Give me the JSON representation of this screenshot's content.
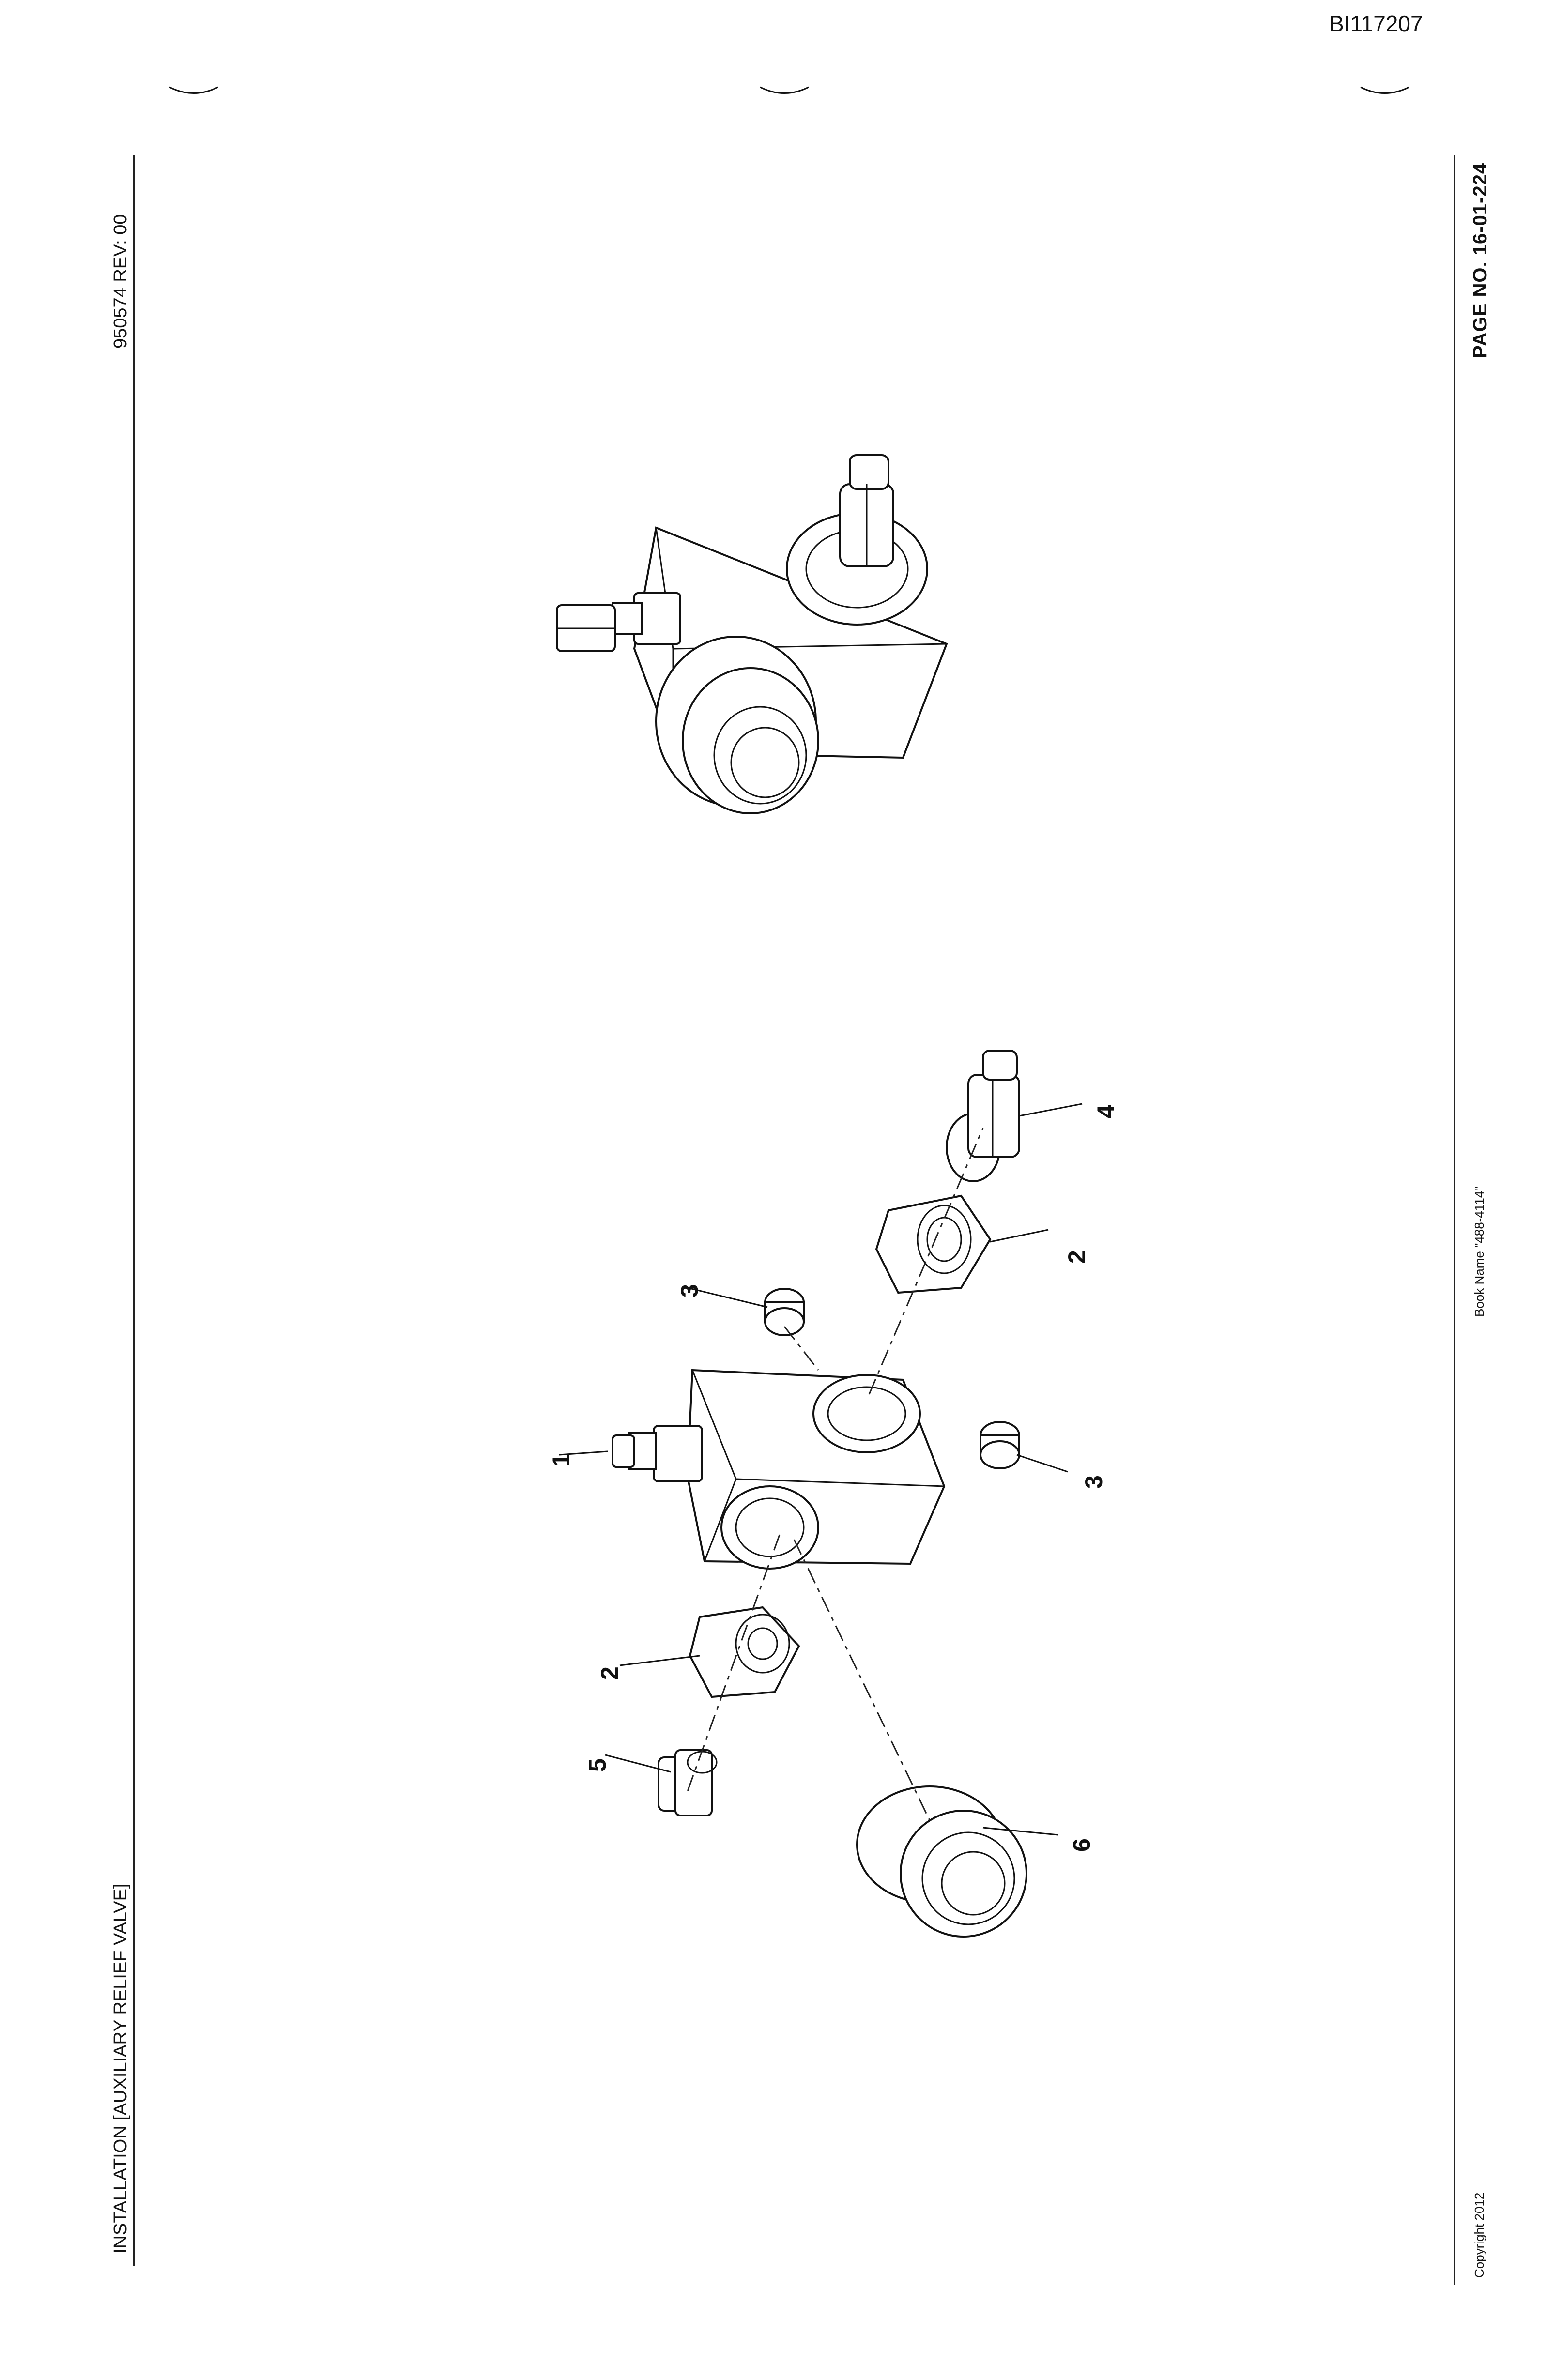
{
  "doc_id": "BI117207",
  "header": {
    "title": "INSTALLATION [AUXILIARY RELIEF VALVE]",
    "part_rev": "950574   REV:  00"
  },
  "footer": {
    "copyright": "Copyright 2012",
    "book_name": "Book Name \"488-4114\"",
    "page_no": "PAGE NO.  16-01-224"
  },
  "callouts": {
    "c1": "1",
    "c2a": "2",
    "c2b": "2",
    "c3a": "3",
    "c3b": "3",
    "c4": "4",
    "c5": "5",
    "c6": "6"
  }
}
